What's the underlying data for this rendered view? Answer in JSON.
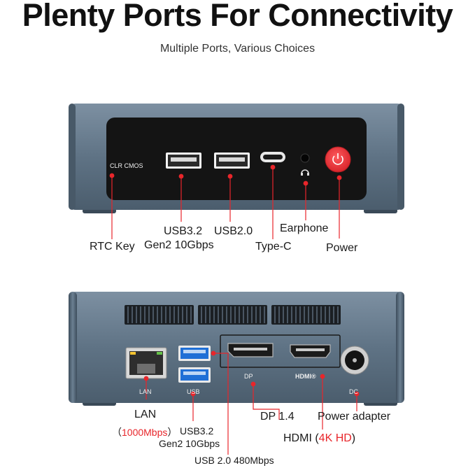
{
  "header": {
    "title": "Plenty Ports For Connectivity",
    "subtitle": "Multiple Ports, Various Choices"
  },
  "front_panel": {
    "panel_text": "CLR CMOS",
    "labels": {
      "rtc_key": "RTC Key",
      "usb32_line1": "USB3.2",
      "usb32_line2": "Gen2 10Gbps",
      "usb20": "USB2.0",
      "type_c": "Type-C",
      "earphone": "Earphone",
      "power": "Power"
    }
  },
  "back_panel": {
    "port_text": {
      "lan": "LAN",
      "usb": "USB",
      "dp": "DP",
      "hdmi": "HDMI®",
      "dc": "DC"
    },
    "labels": {
      "lan": "LAN",
      "lan_speed_open": "（",
      "lan_speed": "1000Mbps",
      "lan_speed_close": "）",
      "usb32_line1": "USB3.2",
      "usb32_line2": "Gen2 10Gbps",
      "usb20": "USB 2.0 480Mbps",
      "dp": "DP 1.4",
      "power_adapter": "Power adapter",
      "hdmi_prefix": "HDMI",
      "hdmi_open": " (",
      "hdmi_detail": "4K HD",
      "hdmi_close": ")"
    }
  },
  "colors": {
    "chassis": "#5e7284",
    "panel_black": "#141414",
    "callout_red": "#e8262b",
    "power_button": "#e8373d"
  }
}
